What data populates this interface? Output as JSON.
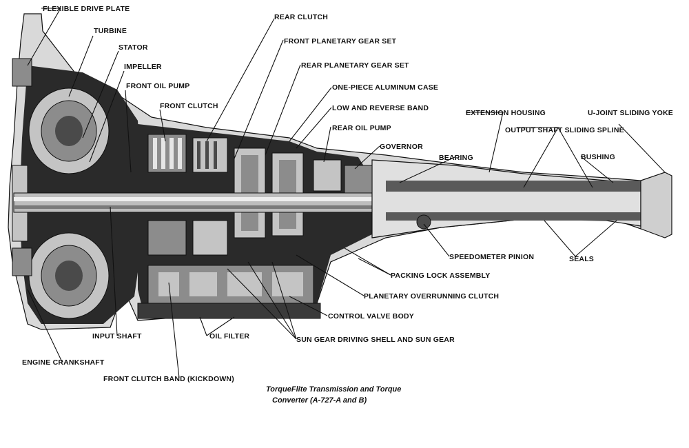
{
  "labels": {
    "flexible_drive_plate": "FLEXIBLE DRIVE PLATE",
    "turbine": "TURBINE",
    "stator": "STATOR",
    "impeller": "IMPELLER",
    "front_oil_pump": "FRONT OIL PUMP",
    "front_clutch": "FRONT CLUTCH",
    "rear_clutch": "REAR CLUTCH",
    "front_planetary_gear_set": "FRONT PLANETARY GEAR SET",
    "rear_planetary_gear_set": "REAR PLANETARY GEAR SET",
    "one_piece_aluminum_case": "ONE-PIECE ALUMINUM CASE",
    "low_and_reverse_band": "LOW AND REVERSE BAND",
    "rear_oil_pump": "REAR OIL PUMP",
    "governor": "GOVERNOR",
    "extension_housing": "EXTENSION HOUSING",
    "u_joint_sliding_yoke": "U-JOINT SLIDING YOKE",
    "output_shaft_sliding_spline": "OUTPUT SHAFT SLIDING SPLINE",
    "bearing": "BEARING",
    "bushing": "BUSHING",
    "speedometer_pinion": "SPEEDOMETER PINION",
    "seals": "SEALS",
    "packing_lock_assembly": "PACKING LOCK ASSEMBLY",
    "planetary_overrunning_clutch": "PLANETARY OVERRUNNING CLUTCH",
    "control_valve_body": "CONTROL VALVE BODY",
    "sun_gear_driving_shell": "SUN GEAR DRIVING SHELL AND SUN GEAR",
    "oil_filter": "OIL FILTER",
    "input_shaft": "INPUT SHAFT",
    "engine_crankshaft": "ENGINE CRANKSHAFT",
    "front_clutch_band": "FRONT CLUTCH BAND (KICKDOWN)"
  },
  "caption": {
    "line1": "TorqueFlite Transmission and Torque",
    "line2": "Converter (A-727-A and B)"
  }
}
